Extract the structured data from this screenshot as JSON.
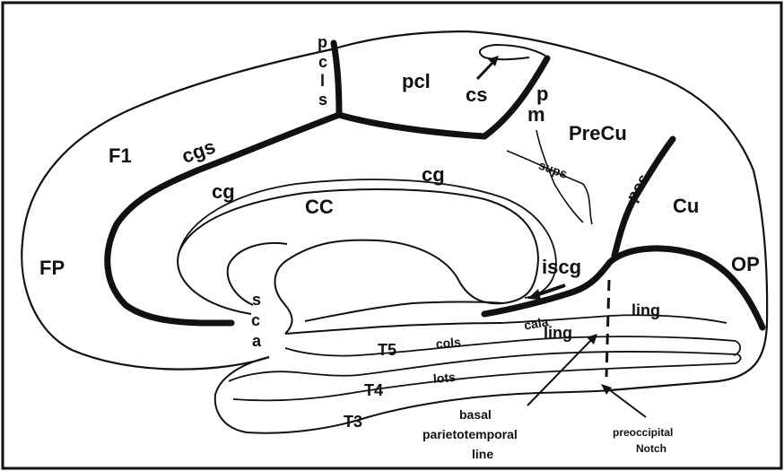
{
  "labels": {
    "pcls": [
      "p",
      "c",
      "l",
      "s"
    ],
    "pcl": "pcl",
    "cs": "cs",
    "pm": [
      "p",
      "m"
    ],
    "precu": "PreCu",
    "sups": "sups",
    "pos": "pos",
    "cu": "Cu",
    "f1": "F1",
    "cgs": "cgs",
    "cg_left": "cg",
    "cg_right": "cg",
    "cc": "CC",
    "fp": "FP",
    "sca": [
      "s",
      "c",
      "a"
    ],
    "iscg": "iscg",
    "op": "OP",
    "cala": "cala",
    "ling_upper": "ling",
    "ling_lower": "ling",
    "t5": "T5",
    "cols": "cols",
    "t4": "T4",
    "lots": "lots",
    "t3": "T3",
    "basal": [
      "basal",
      "parietotemporal",
      "line"
    ],
    "preoccipital": [
      "preoccipital",
      "Notch"
    ]
  },
  "colors": {
    "ink": "#111111",
    "background": "#ffffff"
  }
}
